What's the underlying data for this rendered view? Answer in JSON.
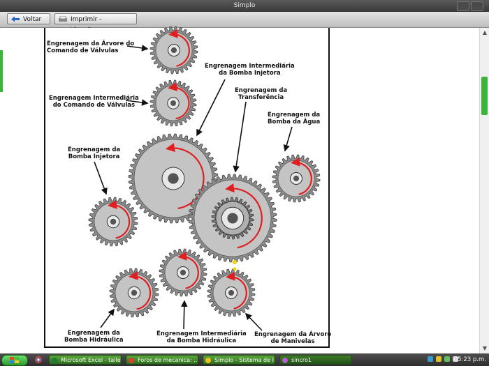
{
  "window": {
    "title": "Simplo"
  },
  "toolbar": {
    "back_label": "Voltar",
    "print_label": "Imprimir - Visualizar Impressão"
  },
  "diagram": {
    "labels": {
      "camshaft": [
        "Engrenagem da Árvore do",
        "Comando de Válvulas"
      ],
      "cam_idler": [
        "Engrenagem Intermediária",
        "do Comando de Válvulas"
      ],
      "injection_idler": [
        "Engrenagem Intermediária",
        "da Bomba Injetora"
      ],
      "transfer": [
        "Engrenagem da",
        "Transferência"
      ],
      "water_pump": [
        "Engrenagem da",
        "Bomba da Água"
      ],
      "injection_pump": [
        "Engrenagem da",
        "Bomba Injetora"
      ],
      "hydraulic_pump": [
        "Engrenagem da",
        "Bomba Hidráulica"
      ],
      "hydraulic_idler": [
        "Engrenagem Intermediária",
        "da Bomba Hidráulica"
      ],
      "crankshaft": [
        "Engrenagem da Árvore",
        "de Manivelas"
      ]
    },
    "colors": {
      "gear": "#8c8c8c",
      "gear_face": "#c4c4c4",
      "arrow": "#e02020",
      "marker": "#f5d000"
    }
  },
  "taskbar": {
    "start_icon": "windows-logo-icon",
    "tasks": [
      {
        "label": "Microsoft Excel - taller",
        "icon": "excel-icon"
      },
      {
        "label": "Foros de mecanica: ...",
        "icon": "chrome-icon"
      },
      {
        "label": "Simplo - Sistema de I...",
        "icon": "simplo-icon"
      },
      {
        "label": "sincro1",
        "icon": "image-viewer-icon"
      }
    ],
    "clock": "05:23 p.m."
  }
}
